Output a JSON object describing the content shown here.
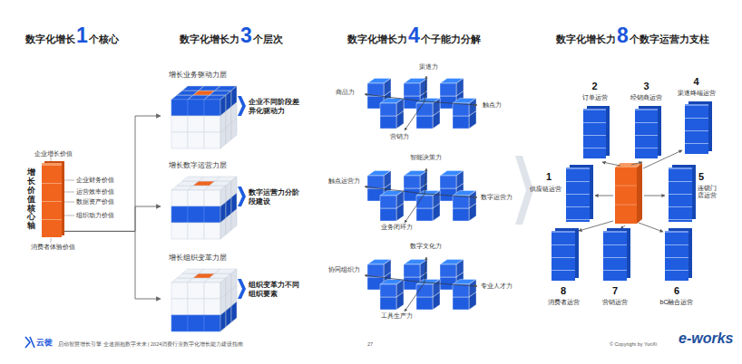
{
  "diagram": {
    "nodes": [
      {
        "text": [
          "增长价值核心轴"
        ]
      },
      {
        "text": [
          "增长业务驱动力层",
          "企业不同阶段差异化驱动力"
        ]
      },
      {
        "text": [
          "增长数字运营力层",
          "数字运营力分阶段建设"
        ]
      },
      {
        "text": [
          "增长组织变革力层",
          "组织变革力不同组织要素"
        ]
      },
      {
        "text": [
          "1",
          "供应链运营"
        ]
      },
      {
        "text": [
          "2",
          "订单运营"
        ]
      },
      {
        "text": [
          "3",
          "经销商运营"
        ]
      },
      {
        "text": [
          "4",
          "渠道终端运营"
        ]
      },
      {
        "text": [
          "5",
          "连锁门店运营"
        ]
      },
      {
        "text": [
          "6",
          "bC融合运营"
        ]
      },
      {
        "text": [
          "7",
          "营销运营"
        ]
      },
      {
        "text": [
          "8",
          "消费者运营"
        ]
      }
    ],
    "edges": [
      {
        "from": 0,
        "to": 1,
        "arrow": "to"
      },
      {
        "from": 0,
        "to": 2,
        "arrow": "to"
      },
      {
        "from": 0,
        "to": 3,
        "arrow": "to"
      }
    ],
    "labels": [
      "数字化增长",
      "1",
      "个核心",
      "数字化增长力",
      "3",
      "个层次",
      "数字化增长力",
      "4",
      "个子能力分解",
      "数字化增长力",
      "8",
      "个数字运营力支柱",
      "企业增长价值",
      "企业财务价值",
      "运营效率价值",
      "数据资产价值",
      "组织动力价值",
      "消费者体验价值",
      "渠道力",
      "商品力",
      "触点力",
      "营销力",
      "智能决策力",
      "触点运营力",
      "数字运营力",
      "业务闭环力",
      "数字文化力",
      "协同组织力",
      "专业人才力",
      "工具生产力",
      "云徙",
      "启动智慧增长引擎 全速拥抱数字未来 | 2024消费行业数字化增长能力建设指南",
      "27",
      "© Copyright by YunXi",
      "e-works"
    ]
  }
}
